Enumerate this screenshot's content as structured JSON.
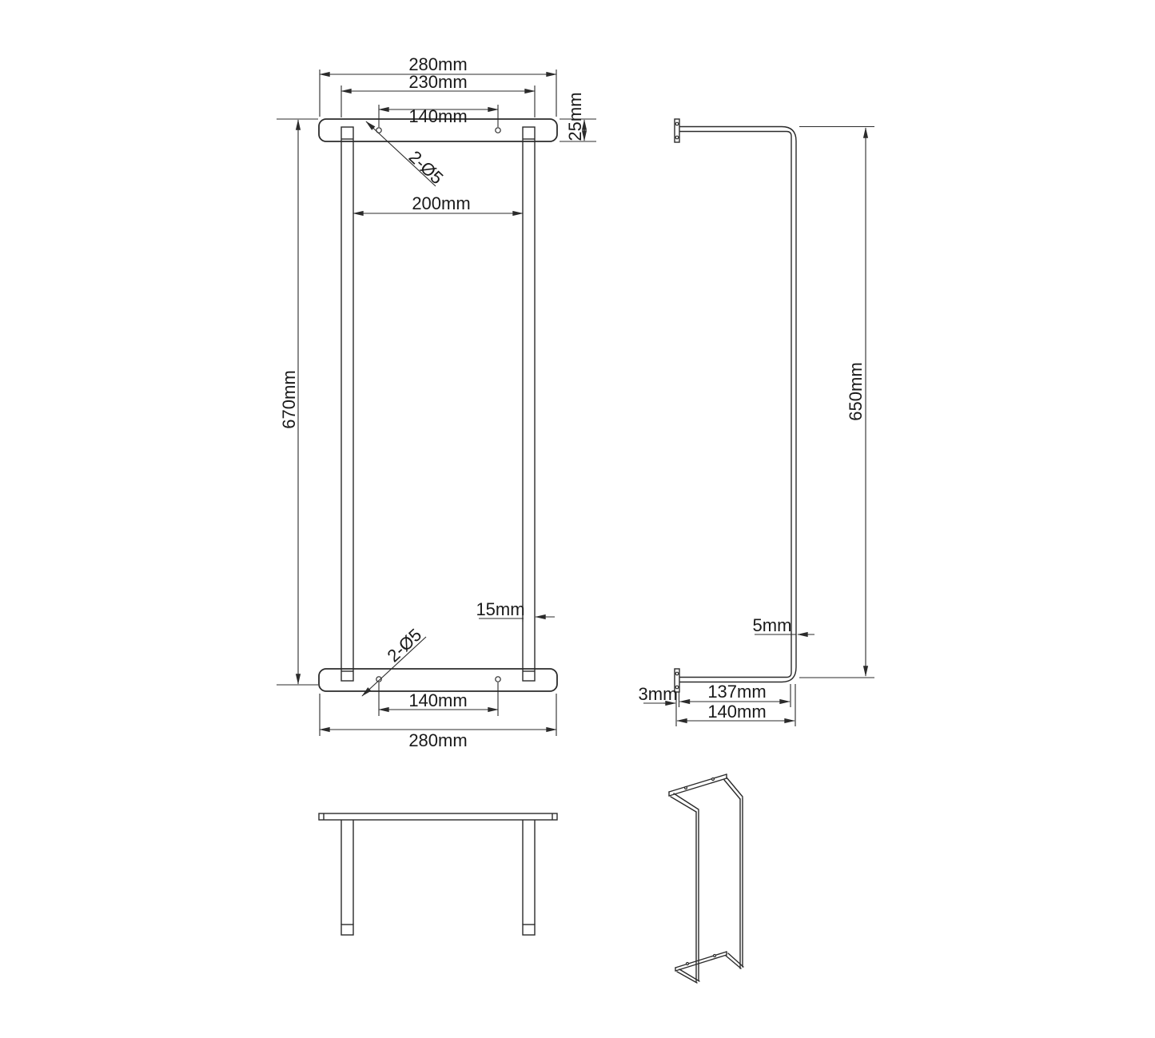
{
  "front_view": {
    "dim_width_overall_top": "280mm",
    "dim_leg_outer_span": "230mm",
    "dim_hole_spacing_top": "140mm",
    "dim_bar_height": "25mm",
    "note_holes_top": "2-Ø5",
    "dim_leg_clear_span": "200mm",
    "dim_overall_height": "670mm",
    "dim_leg_width": "15mm",
    "note_holes_bottom": "2-Ø5",
    "dim_hole_spacing_bottom": "140mm",
    "dim_width_overall_bottom": "280mm"
  },
  "side_view": {
    "dim_overall_height": "650mm",
    "dim_tube_thickness": "5mm",
    "dim_plate_thickness": "3mm",
    "dim_depth_inner": "137mm",
    "dim_depth_overall": "140mm"
  },
  "colors": {
    "line": "#2b2b2b",
    "text": "#1a1a1a",
    "background": "#ffffff"
  }
}
